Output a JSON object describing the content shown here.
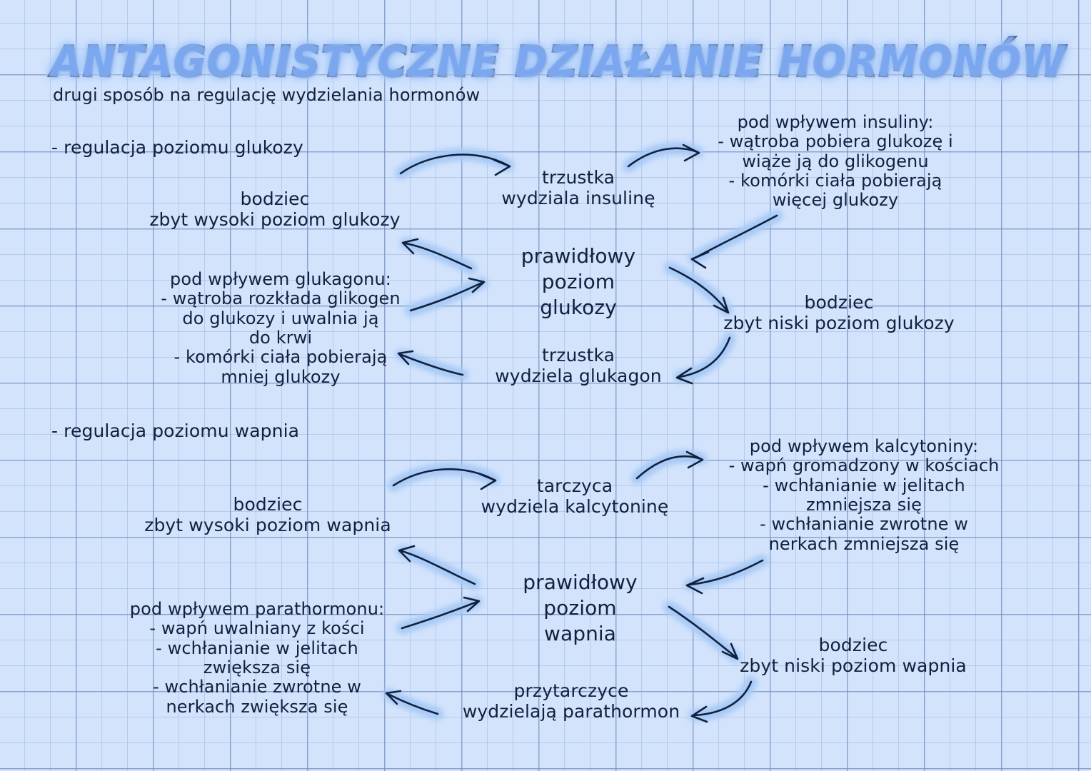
{
  "page": {
    "title": "ANTAGONISTYCZNE DZIAŁANIE HORMONÓW",
    "subtitle": "drugi sposób na regulację wydzielania hormonów",
    "title_color": "#7ba7f0",
    "title_outline_color": "#15254a",
    "ink_color": "#11203d",
    "paper_color": "#d3e3fc",
    "grid_color": "#5a78af",
    "arrow_line_color": "#11203d",
    "arrow_glow_color": "#a7caf6"
  },
  "sections": {
    "glucose": {
      "heading": "- regulacja poziomu glukozy",
      "stimulus_high": "bodziec\nzbyt wysoki poziom glukozy",
      "gland_high": "trzustka\nwydziala insulinę",
      "effects_high": "pod wpływem insuliny:\n- wątroba pobiera glukozę i\nwiąże ją do glikogenu\n- komórki ciała pobierają\nwięcej glukozy",
      "center": "prawidłowy\npoziom\nglukozy",
      "stimulus_low": "bodziec\nzbyt niski poziom glukozy",
      "gland_low": "trzustka\nwydziela glukagon",
      "effects_low": "pod wpływem glukagonu:\n- wątroba rozkłada glikogen\ndo glukozy i uwalnia ją\ndo krwi\n- komórki ciała pobierają\nmniej glukozy"
    },
    "calcium": {
      "heading": "- regulacja poziomu wapnia",
      "stimulus_high": "bodziec\nzbyt wysoki poziom wapnia",
      "gland_high": "tarczyca\nwydziela kalcytoninę",
      "effects_high": "pod wpływem kalcytoniny:\n- wapń gromadzony w kościach\n- wchłanianie w jelitach\nzmniejsza się\n- wchłanianie zwrotne w\nnerkach zmniejsza się",
      "center": "prawidłowy\npoziom\nwapnia",
      "stimulus_low": "bodziec\nzbyt niski poziom wapnia",
      "gland_low": "przytarczyce\nwydzielają parathormon",
      "effects_low": "pod wpływem parathormonu:\n- wapń uwalniany z kości\n- wchłanianie w jelitach\nzwiększa się\n- wchłanianie zwrotne w\nnerkach zwiększa się"
    }
  }
}
